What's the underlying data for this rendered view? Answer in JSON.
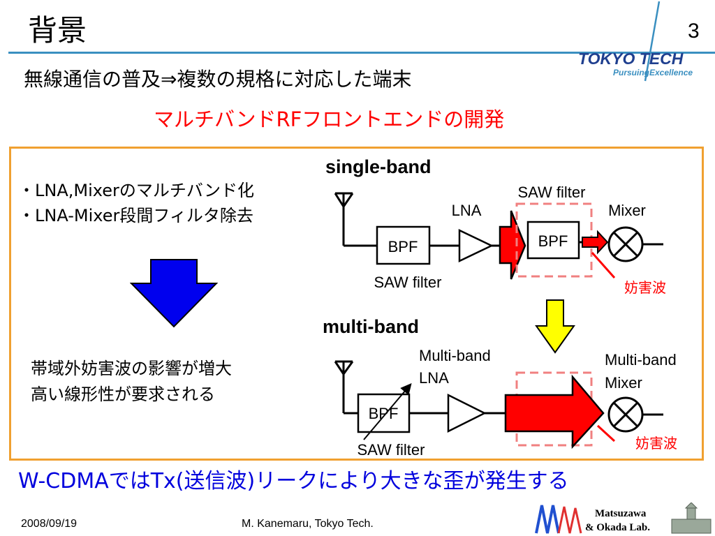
{
  "header": {
    "title": "背景",
    "page_number": "3",
    "logo_main": "TOKYO TECH",
    "logo_tagline": "PursuingExcellence"
  },
  "subtitle": "無線通信の普及⇒複数の規格に対応した端末",
  "highlight": "マルチバンドRFフロントエンドの開発",
  "left_panel": {
    "bullets": [
      "・LNA,Mixerのマルチバンド化",
      "・LNA-Mixer段間フィルタ除去"
    ],
    "effect_lines": [
      "帯域外妨害波の影響が増大",
      "高い線形性が要求される"
    ]
  },
  "single_band": {
    "label": "single-band",
    "bpf1": "BPF",
    "bpf1_caption": "SAW filter",
    "lna": "LNA",
    "bpf2": "BPF",
    "bpf2_caption": "SAW filter",
    "mixer": "Mixer",
    "interference": "妨害波"
  },
  "multi_band": {
    "label": "multi-band",
    "bpf": "BPF",
    "bpf_caption": "SAW filter",
    "lna_line1": "Multi-band",
    "lna_line2": "LNA",
    "mixer_line1": "Multi-band",
    "mixer_line2": "Mixer",
    "interference": "妨害波"
  },
  "conclusion": "W-CDMAではTx(送信波)リークにより大きな歪が発生する",
  "footer": {
    "date": "2008/09/19",
    "author": "M. Kanemaru, Tokyo Tech.",
    "lab_line1": "Matsuzawa",
    "lab_line2": "& Okada Lab."
  },
  "colors": {
    "accent_line": "#3a8fc0",
    "frame": "#f0a030",
    "highlight": "#ff0000",
    "conclusion": "#0000dd",
    "down_arrow": "#0000ee",
    "yellow_arrow": "#ffff00",
    "red_arrow": "#ff0000",
    "dashed_box": "#f08080"
  }
}
